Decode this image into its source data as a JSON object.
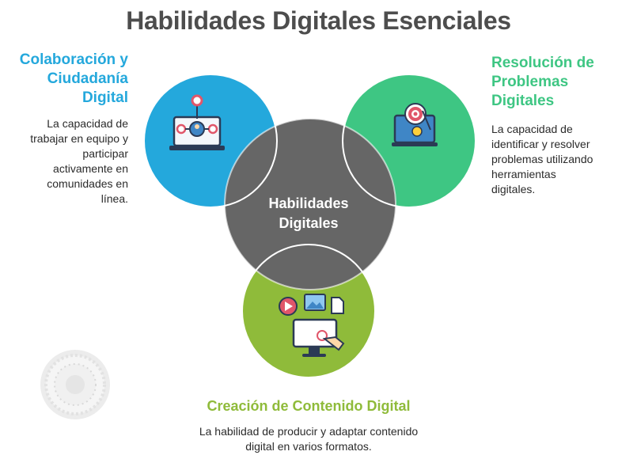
{
  "title": "Habilidades Digitales Esenciales",
  "center": {
    "label_line1": "Habilidades",
    "label_line2": "Digitales",
    "color": "#666666"
  },
  "sections": {
    "collaboration": {
      "heading_line1": "Colaboración y",
      "heading_line2": "Ciudadanía",
      "heading_line3": "Digital",
      "desc_lines": [
        "La capacidad de",
        "trabajar en equipo y",
        "participar",
        "activamente en",
        "comunidades en",
        "línea."
      ],
      "color": "#24a8dc",
      "icon": "laptop-network-icon"
    },
    "problem_solving": {
      "heading_line1": "Resolución de",
      "heading_line2": "Problemas",
      "heading_line3": "Digitales",
      "desc_lines": [
        "La capacidad de",
        "identificar y resolver",
        "problemas utilizando",
        "herramientas",
        "digitales."
      ],
      "color": "#3ec683",
      "icon": "target-idea-icon"
    },
    "content_creation": {
      "heading": "Creación de Contenido Digital",
      "desc_lines": [
        "La habilidad de producir y adaptar contenido",
        "digital en varios formatos."
      ],
      "color": "#8fbb3a",
      "icon": "media-creation-icon"
    }
  },
  "decoration": {
    "logo": "seal-logo-icon"
  }
}
